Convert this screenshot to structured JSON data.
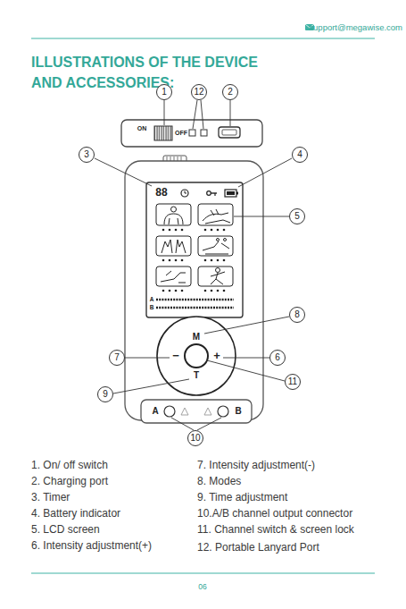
{
  "diagram": {
    "title": "ILLUSTRATIONS OF THE DEVICE AND ACCESSORIES:",
    "nodes": [
      {
        "text": [
          "1"
        ]
      },
      {
        "text": [
          "12"
        ]
      },
      {
        "text": [
          "2"
        ]
      },
      {
        "text": [
          "3"
        ]
      },
      {
        "text": [
          "4"
        ]
      },
      {
        "text": [
          "5"
        ]
      },
      {
        "text": [
          "8"
        ]
      },
      {
        "text": [
          "7"
        ]
      },
      {
        "text": [
          "6"
        ]
      },
      {
        "text": [
          "11"
        ]
      },
      {
        "text": [
          "9"
        ]
      },
      {
        "text": [
          "10"
        ]
      }
    ],
    "labels": [
      "support@megawise.com",
      "ON",
      "OFF",
      "88",
      "A",
      "B",
      "M",
      "−",
      "+",
      "T",
      "A",
      "B",
      "1. On/ off switch",
      "2. Charging port",
      "3. Timer",
      "4. Battery indicator",
      "5. LCD screen",
      "6. Intensity adjustment(+)",
      "7. Intensity adjustment(-)",
      "8. Modes",
      "9. Time adjustment",
      "10.A/B channel output connector",
      "11. Channel switch & screen lock",
      "12. Portable Lanyard Port",
      "06"
    ]
  }
}
